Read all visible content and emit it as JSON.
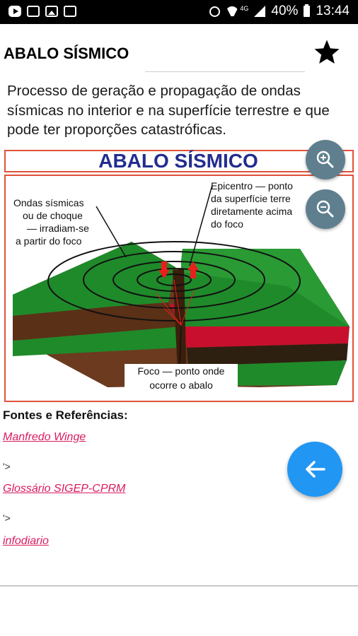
{
  "status_bar": {
    "network": "4G",
    "battery": "40%",
    "time": "13:44"
  },
  "header": {
    "title": "ABALO SÍSMICO",
    "favorite_icon": "star-icon"
  },
  "description": "Processo de geração e propagação de ondas sísmicas no interior e na superfície terrestre e que pode ter proporções catastróficas.",
  "figure": {
    "banner_title": "ABALO SÍSMICO",
    "label_waves": [
      "Ondas sísmicas",
      "ou de choque",
      "— irradiam-se",
      "a partir do foco"
    ],
    "label_epicenter": [
      "Epicentro — ponto",
      "da superfície terre",
      "diretamente acima",
      "do foco"
    ],
    "label_focus": [
      "Foco — ponto onde",
      "ocorre o abalo"
    ],
    "colors": {
      "frame": "#e0523b",
      "banner_text": "#222d8f",
      "surface": "#1f8a2a",
      "soil": "#6b3a1f",
      "rock_red": "#c8102e",
      "arrow": "#e8201c"
    }
  },
  "zoom": {
    "zoom_in_icon": "zoom-in-icon",
    "zoom_out_icon": "zoom-out-icon"
  },
  "references": {
    "heading": "Fontes e Referências:",
    "links": [
      "Manfredo Winge",
      "Glossário SIGEP-CPRM",
      "infodiario"
    ],
    "separator": "'>"
  },
  "fab": {
    "icon": "arrow-left-icon",
    "color": "#2196f3"
  }
}
